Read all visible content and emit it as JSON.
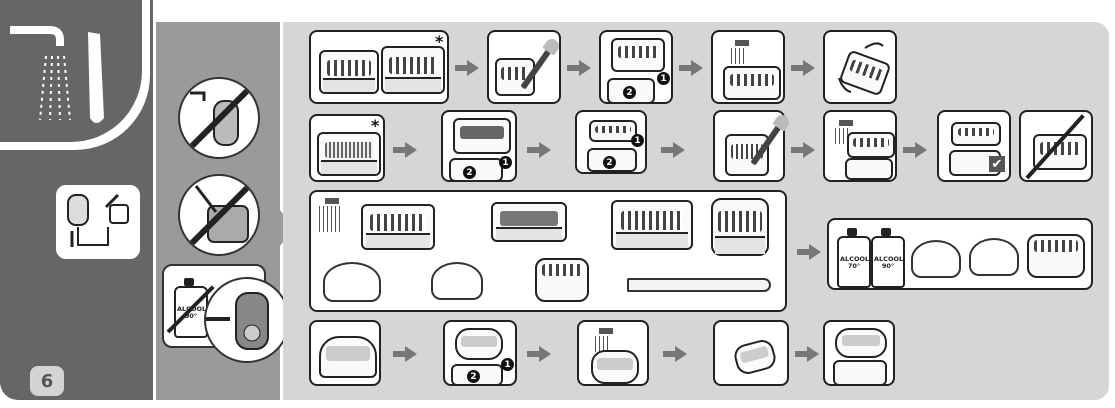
{
  "page": {
    "number": "6"
  },
  "symbols": {
    "asterisk": "*",
    "step_1": "1",
    "step_2": "2",
    "check": "✔"
  },
  "bottles": [
    {
      "label_line1": "ALCOOL",
      "label_line2": "70°"
    },
    {
      "label_line1": "ALCOOL",
      "label_line2": "90°"
    }
  ],
  "warning_bottle": {
    "label_line1": "ALCOOL",
    "label_line2": "90°"
  },
  "colors": {
    "dark_column": "#666666",
    "mid_column": "#9a9a9a",
    "main_area": "#d6d6d6",
    "arrow": "#777777"
  }
}
